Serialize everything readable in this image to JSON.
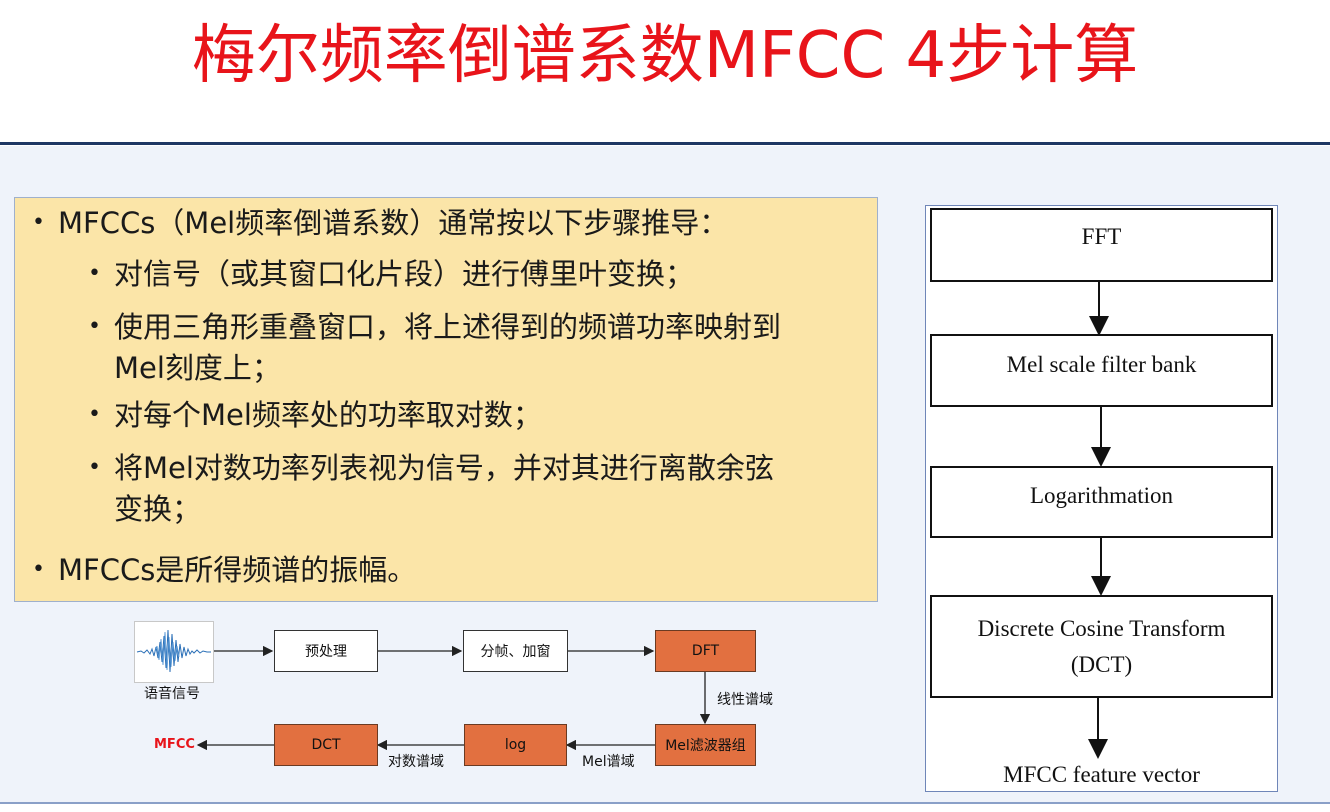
{
  "slide": {
    "title": "梅尔频率倒谱系数MFCC 4步计算"
  },
  "bullets": {
    "b1": "MFCCs（Mel频率倒谱系数）通常按以下步骤推导：",
    "b1_1": "对信号（或其窗口化片段）进行傅里叶变换；",
    "b1_2a": "使用三角形重叠窗口，将上述得到的频谱功率映射到",
    "b1_2b": "Mel刻度上；",
    "b1_3": "对每个Mel频率处的功率取对数；",
    "b1_4a": "将Mel对数功率列表视为信号，并对其进行离散余弦",
    "b1_4b": "变换；",
    "b2": "MFCCs是所得频谱的振幅。",
    "bullet_char": "•"
  },
  "pipeline": {
    "signal_label": "语音信号",
    "preprocess": "预处理",
    "framing": "分帧、加窗",
    "dft": "DFT",
    "linear_spectrum": "线性谱域",
    "mel_filter": "Mel滤波器组",
    "mel_spectrum": "Mel谱域",
    "log": "log",
    "log_spectrum": "对数谱域",
    "dct": "DCT",
    "output": "MFCC"
  },
  "flowchart": {
    "fft": "FFT",
    "mel_bank": "Mel scale filter bank",
    "log": "Logarithmation",
    "dct_line1": "Discrete Cosine Transform",
    "dct_line2": "(DCT)",
    "output": "MFCC feature vector"
  },
  "colors": {
    "title": "#e8141a",
    "box_fill": "#fbe5a8",
    "orange": "#e27040",
    "rule": "#1e3764"
  }
}
